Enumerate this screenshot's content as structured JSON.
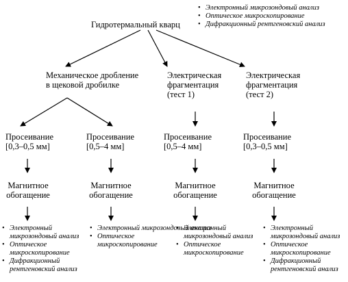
{
  "root": {
    "label": "Гидротермальный кварц"
  },
  "top_methods": [
    "Электронный микрозондовый анализ",
    "Оптическое микроскопирование",
    "Дифракционный рентгеновский анализ"
  ],
  "branches": [
    {
      "lines": [
        "Механическое дробление",
        "в щековой дробилке"
      ]
    },
    {
      "lines": [
        "Электрическая",
        "фрагментация",
        "(тест 1)"
      ]
    },
    {
      "lines": [
        "Электрическая",
        "фрагментация",
        "(тест 2)"
      ]
    }
  ],
  "columns": [
    {
      "sieve": [
        "Просеивание",
        "[0,3–0,5 мм]"
      ],
      "magnetic": [
        "Магнитное",
        "обогащение"
      ],
      "methods": [
        [
          "Электронный",
          "микрозондовый анализ"
        ],
        [
          "Оптическое",
          "микроскопирование"
        ],
        [
          "Дифракционный",
          "рентгеновский анализ"
        ]
      ]
    },
    {
      "sieve": [
        "Просеивание",
        "[0,5–4 мм]"
      ],
      "magnetic": [
        "Магнитное",
        "обогащение"
      ],
      "methods": [
        [
          "Электронный микрозондовый анализ"
        ],
        [
          "Оптическое",
          "микроскопирование"
        ]
      ]
    },
    {
      "sieve": [
        "Просеивание",
        "[0,5–4 мм]"
      ],
      "magnetic": [
        "Магнитное",
        "обогащение"
      ],
      "methods": [
        [
          "Электронный",
          "микрозондовый анализ"
        ],
        [
          "Оптическое",
          "микроскопирование"
        ]
      ]
    },
    {
      "sieve": [
        "Просеивание",
        "[0,3–0,5 мм]"
      ],
      "magnetic": [
        "Магнитное",
        "обогащение"
      ],
      "methods": [
        [
          "Электронный",
          "микрозондовый анализ"
        ],
        [
          "Оптическое",
          "микроскопирование"
        ],
        [
          "Дифракционный",
          "рентгеновский анализ"
        ]
      ]
    }
  ]
}
